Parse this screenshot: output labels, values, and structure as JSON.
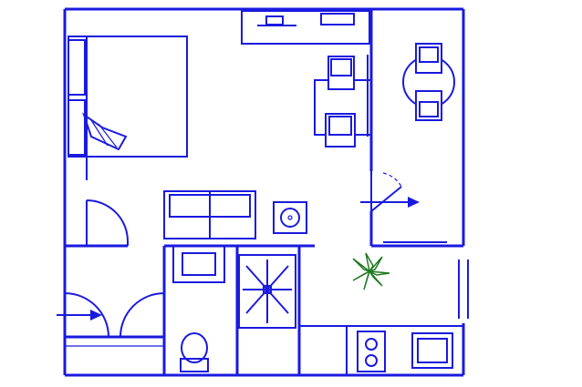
{
  "colors": {
    "ink": "#1a1adf",
    "plant": "#1f7a1f",
    "background": "#ffffff"
  },
  "elements": {
    "walls": "floor-plan-walls",
    "bed": "double-bed",
    "sofa": "two-seat-sofa",
    "dining": "table-with-two-chairs",
    "balcony_table": "round-table-with-two-chairs",
    "washing_machine": "washing-machine-icon",
    "shower": "shower-icon",
    "toilet": "toilet-icon",
    "sink": "sink-icon",
    "hob": "two-ring-hob-icon",
    "kitchen_sink": "kitchen-sink-icon",
    "plant": "plant-icon",
    "entry_arrow": "arrow-right-icon",
    "balcony_arrow": "arrow-right-icon"
  }
}
